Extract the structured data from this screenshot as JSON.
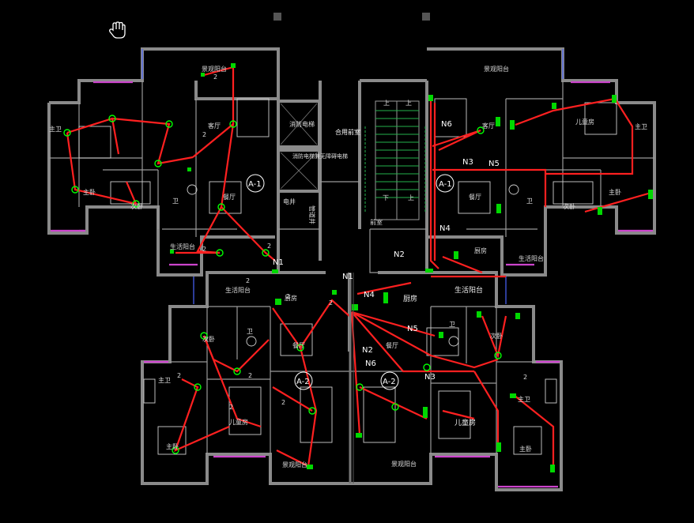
{
  "rooms": {
    "view_balcony_top_left": "景观阳台",
    "view_balcony_top_right": "景观阳台",
    "living_tl": "客厅",
    "living_tr": "客厅",
    "master_bath_tl": "主卫",
    "master_bed_tl": "主卧",
    "second_bed_tl": "次卧",
    "bath_tl": "卫",
    "dining_tl": "餐厅",
    "service_balcony_tl": "生活阳台",
    "fire_elevator": "消防电梯",
    "public_lobby": "合用前室",
    "fire_elevator_2": "消防电梯兼无障碍电梯",
    "stair_up_1": "上",
    "stair_up_2": "上",
    "stair_down": "下",
    "stair_up_3": "上",
    "front_room": "前室",
    "vent_shaft": "管道井",
    "elec_shaft": "电井",
    "kitchen_tr": "厨房",
    "dining_tr": "餐厅",
    "bath_tr": "卫",
    "second_bed_tr": "次卧",
    "kids_bed_tr": "儿童房",
    "master_bed_tr": "主卧",
    "master_bath_tr": "主卫",
    "service_balcony_tr": "生活阳台",
    "service_balcony_bl": "生活阳台",
    "kitchen_bl": "厨房",
    "dining_bl": "餐厅",
    "bath_bl": "卫",
    "second_bed_bl": "次卧",
    "master_bath_bl": "主卫",
    "kids_bed_bl": "儿童房",
    "master_bed_bl": "主卧",
    "view_balcony_bl": "景观阳台",
    "kitchen_br": "厨房",
    "service_balcony_br": "生活阳台",
    "dining_br": "餐厅",
    "bath_br": "卫",
    "second_bed_br": "次卧",
    "kids_bed_br": "儿童房",
    "master_bath_br": "主卫",
    "master_bed_br": "主卧",
    "view_balcony_br": "景观阳台"
  },
  "unit_tags": {
    "a1_left": "A-1",
    "a1_right": "A-1",
    "a2_left": "A-2",
    "a2_right": "A-2"
  },
  "circuits": {
    "n1_top": "N1",
    "n1_mid": "N1",
    "n2_top": "N2",
    "n2_mid": "N2",
    "n3_top": "N3",
    "n3_bot": "N3",
    "n4_top": "N4",
    "n4_mid": "N4",
    "n5_top": "N5",
    "n5_mid": "N5",
    "n6_top": "N6",
    "n6_mid": "N6"
  },
  "switch_counts": {
    "s1": "2",
    "s2": "2",
    "s3": "2",
    "s4": "2",
    "s5": "2",
    "s6": "2",
    "s7": "2",
    "s8": "2",
    "s9": "2",
    "s10": "2",
    "s11": "2",
    "s12": "2"
  },
  "colors": {
    "background": "#000000",
    "walls": "#8a8a8a",
    "wiring": "#ff2020",
    "fixtures": "#00d800",
    "windows": "#cc44cc"
  },
  "icons": {
    "pan_cursor": "hand-pan-icon"
  }
}
